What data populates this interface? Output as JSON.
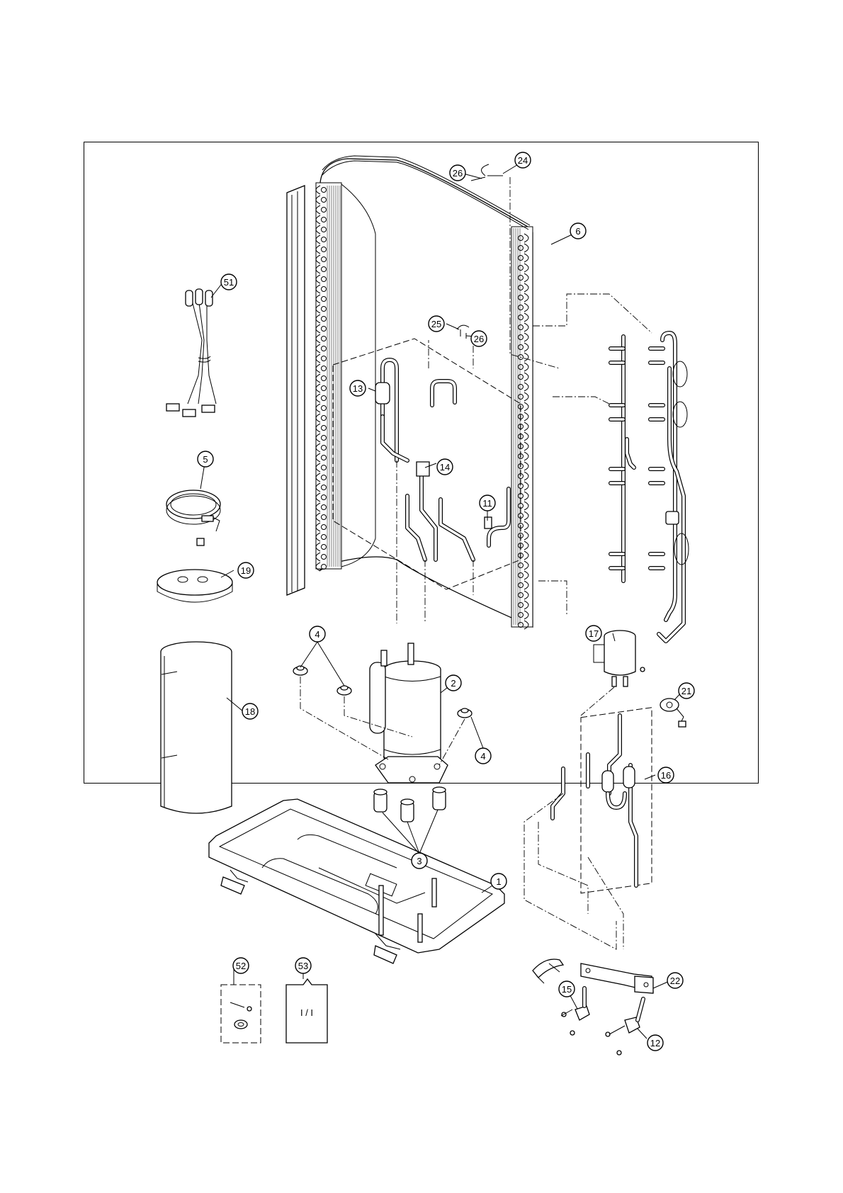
{
  "callouts": [
    {
      "id": "51",
      "label": "51"
    },
    {
      "id": "5",
      "label": "5"
    },
    {
      "id": "19",
      "label": "19"
    },
    {
      "id": "18",
      "label": "18"
    },
    {
      "id": "4a",
      "label": "4"
    },
    {
      "id": "4b",
      "label": "4"
    },
    {
      "id": "2",
      "label": "2"
    },
    {
      "id": "3",
      "label": "3"
    },
    {
      "id": "1",
      "label": "1"
    },
    {
      "id": "52",
      "label": "52"
    },
    {
      "id": "53",
      "label": "53"
    },
    {
      "id": "26a",
      "label": "26"
    },
    {
      "id": "24",
      "label": "24"
    },
    {
      "id": "6",
      "label": "6"
    },
    {
      "id": "25",
      "label": "25"
    },
    {
      "id": "26b",
      "label": "26"
    },
    {
      "id": "13",
      "label": "13"
    },
    {
      "id": "14",
      "label": "14"
    },
    {
      "id": "11",
      "label": "11"
    },
    {
      "id": "17",
      "label": "17"
    },
    {
      "id": "21",
      "label": "21"
    },
    {
      "id": "16",
      "label": "16"
    },
    {
      "id": "22",
      "label": "22"
    },
    {
      "id": "15",
      "label": "15"
    },
    {
      "id": "12",
      "label": "12"
    }
  ],
  "manual_cover_text": "I / I"
}
